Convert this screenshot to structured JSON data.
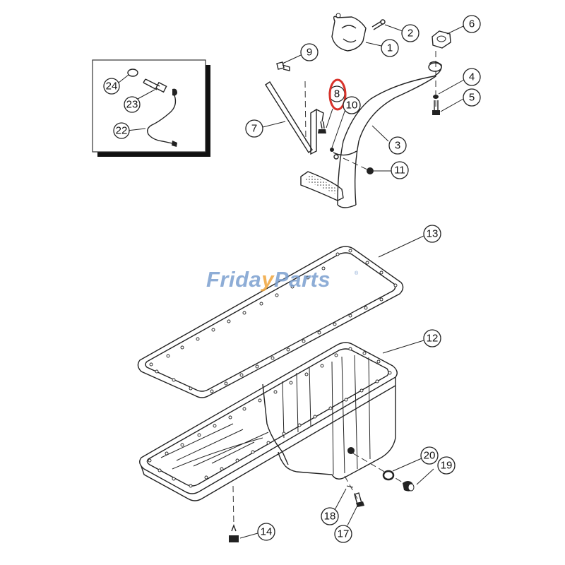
{
  "diagram": {
    "type": "exploded-parts-diagram",
    "subject": "Engine oil pan, gasket and oil pickup tube assembly",
    "background": "#ffffff",
    "line_color": "#222222",
    "highlight_color": "#d8322a",
    "highlighted_callout": "8"
  },
  "watermark": {
    "text": "FridayParts",
    "left": "Frida",
    "y_glyph": "y",
    "right": "Parts",
    "registered_mark": "®",
    "text_color": "#7b9fcf",
    "accent_color": "#f0a53c"
  },
  "inset": {
    "callouts": [
      {
        "id": "24",
        "label": "24"
      },
      {
        "id": "23",
        "label": "23"
      },
      {
        "id": "22",
        "label": "22"
      }
    ]
  },
  "callouts": [
    {
      "id": "1",
      "label": "1"
    },
    {
      "id": "2",
      "label": "2"
    },
    {
      "id": "3",
      "label": "3"
    },
    {
      "id": "4",
      "label": "4"
    },
    {
      "id": "5",
      "label": "5"
    },
    {
      "id": "6",
      "label": "6"
    },
    {
      "id": "7",
      "label": "7"
    },
    {
      "id": "8",
      "label": "8"
    },
    {
      "id": "9",
      "label": "9"
    },
    {
      "id": "10",
      "label": "10"
    },
    {
      "id": "11",
      "label": "11"
    },
    {
      "id": "12",
      "label": "12"
    },
    {
      "id": "13",
      "label": "13"
    },
    {
      "id": "14",
      "label": "14"
    },
    {
      "id": "17",
      "label": "17"
    },
    {
      "id": "18",
      "label": "18"
    },
    {
      "id": "19",
      "label": "19"
    },
    {
      "id": "20",
      "label": "20"
    }
  ]
}
